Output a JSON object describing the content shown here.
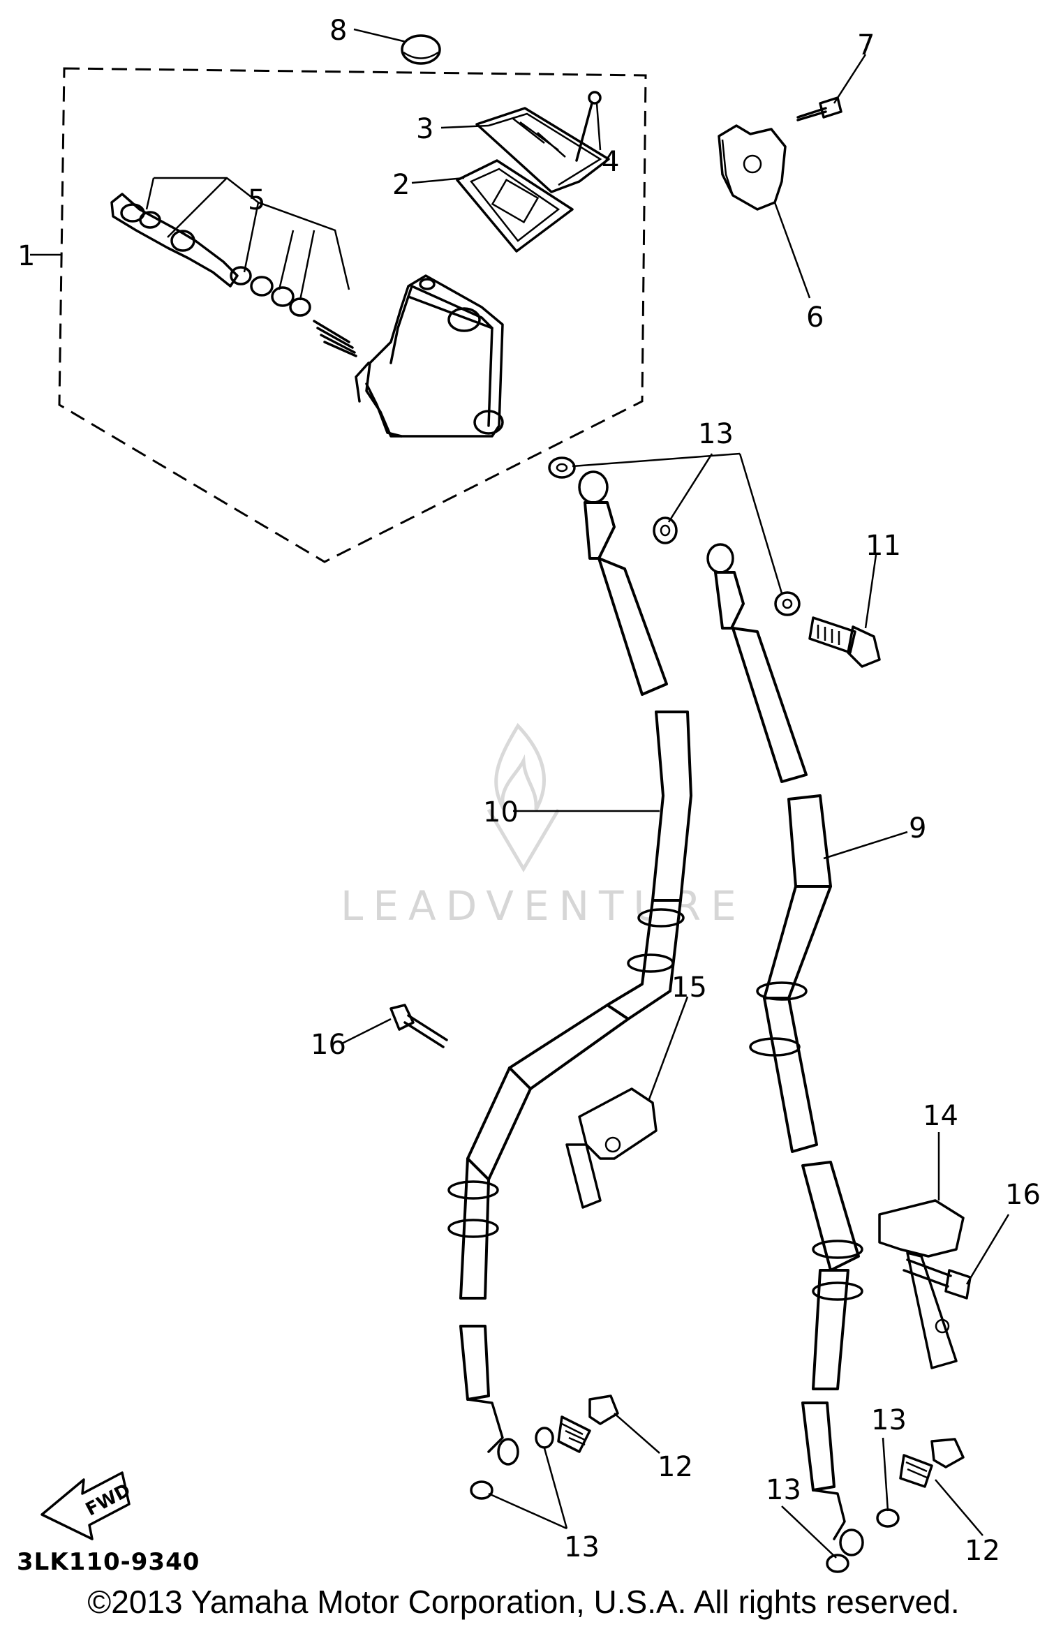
{
  "callouts": [
    {
      "id": "8",
      "text": "8"
    },
    {
      "id": "7",
      "text": "7"
    },
    {
      "id": "3",
      "text": "3"
    },
    {
      "id": "4",
      "text": "4"
    },
    {
      "id": "2",
      "text": "2"
    },
    {
      "id": "5",
      "text": "5"
    },
    {
      "id": "1",
      "text": "1"
    },
    {
      "id": "6",
      "text": "6"
    },
    {
      "id": "13a",
      "text": "13"
    },
    {
      "id": "11",
      "text": "11"
    },
    {
      "id": "10",
      "text": "10"
    },
    {
      "id": "9",
      "text": "9"
    },
    {
      "id": "15",
      "text": "15"
    },
    {
      "id": "16a",
      "text": "16"
    },
    {
      "id": "14",
      "text": "14"
    },
    {
      "id": "16b",
      "text": "16"
    },
    {
      "id": "12a",
      "text": "12"
    },
    {
      "id": "13b",
      "text": "13"
    },
    {
      "id": "13c",
      "text": "13"
    },
    {
      "id": "13d",
      "text": "13"
    },
    {
      "id": "12b",
      "text": "12"
    }
  ],
  "fwd_arrow_label": "FWD",
  "diagram_code": "3LK110-9340",
  "watermark_text": "LEADVENTURE",
  "copyright": "©2013 Yamaha Motor Corporation, U.S.A. All rights reserved."
}
